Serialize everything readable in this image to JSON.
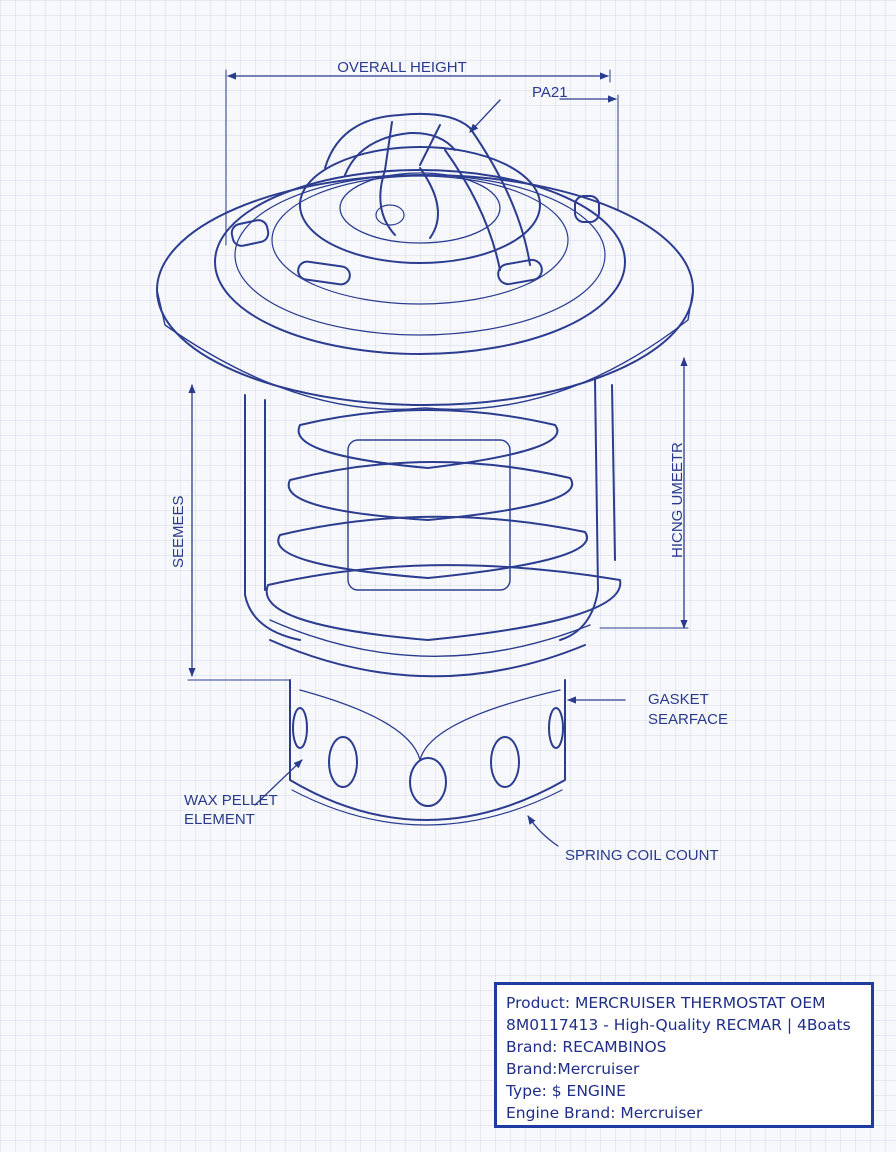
{
  "colors": {
    "ink": "#2a3a8c",
    "box_border": "#1f3aa0",
    "paper": "#f7f8fb"
  },
  "labels": {
    "overall_height": "OVERALL HEIGHT",
    "part_code": "PA21",
    "left_dimension": "SEEMEES",
    "right_dimension": "HICNG UMEETR",
    "gasket_line1": "GASKET",
    "gasket_line2": "SEARFACE",
    "wax_line1": "WAX PELLET",
    "wax_line2": "ELEMENT",
    "spring_coil": "SPRING COIL COUNT"
  },
  "product_info": {
    "line1": "Product: MERCRUISER THERMOSTAT OEM",
    "line2": "8M0117413 - High-Quality RECMAR | 4Boats",
    "line3": "Brand: RECAMBINOS",
    "line4": "Brand:Mercruiser",
    "line5": "Type: $  ENGINE",
    "line6": "Engine Brand: Mercruiser"
  }
}
